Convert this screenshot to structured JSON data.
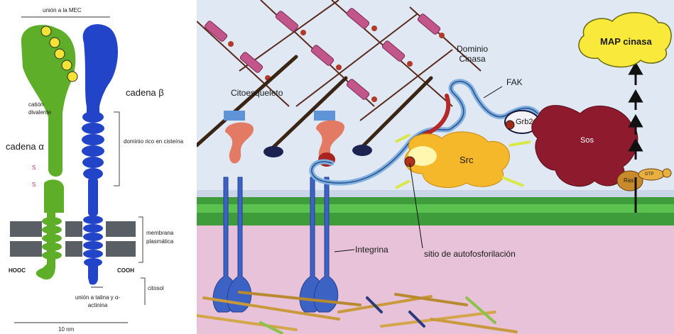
{
  "left": {
    "top_label": "unión a la MEC",
    "cation_label": "catión divalente",
    "chain_beta": "cadena β",
    "chain_alpha": "cadena α",
    "s1": "S",
    "s2": "S",
    "cys_domain": "dominio rico en cisteína",
    "membrane": "membrana plasmática",
    "hooc": "HOOC",
    "cooh": "COOH",
    "cytosol": "citosol",
    "talin_binding": "unión a talina y α-actinina",
    "scale": "10 nm",
    "colors": {
      "alpha": "#5fae2a",
      "beta": "#2244c8",
      "membrane": "#5a5f66",
      "cation": "#f2e335"
    }
  },
  "right": {
    "cytoskeleton": "Citoesqueleto",
    "kinase_domain": "Dominio Cinasa",
    "fak": "FAK",
    "grb2": "Grb2",
    "sos": "Sos",
    "map_kinase": "MAP cinasa",
    "src": "Src",
    "ras": "Ras",
    "gtp": "GTP",
    "integrin": "Integrina",
    "autophos_site": "sitio de autofosforilación",
    "colors": {
      "sky": "#dfe8f3",
      "membrane": "#3f9c3a",
      "cytosol": "#e8c2d8",
      "src": "#f4b82a",
      "sos": "#8e1a2e",
      "map": "#f8e93a"
    }
  }
}
